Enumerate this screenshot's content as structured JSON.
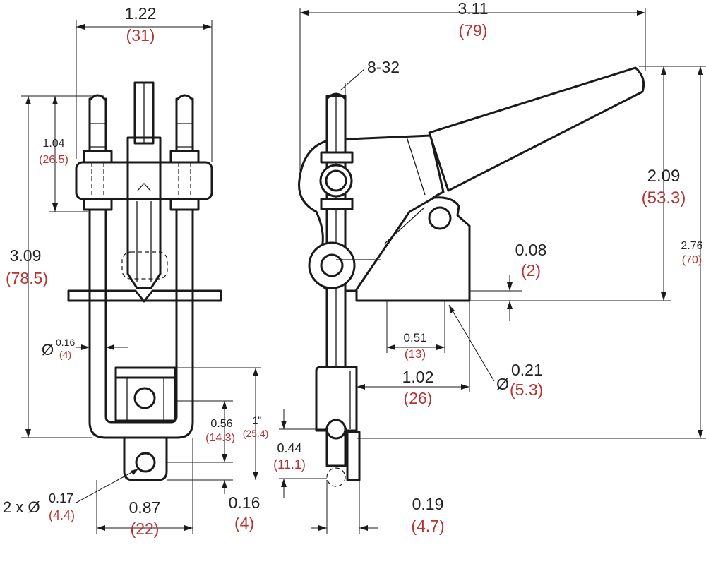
{
  "colors": {
    "line": "#1a1a1a",
    "inch_text": "#222222",
    "mm_text": "#b83232"
  },
  "callouts": {
    "thread": "8-32",
    "rod_dia_prefix": "Ø",
    "hole_dia_prefix": "Ø",
    "mount_holes_prefix": "2 x Ø"
  },
  "dimensions": {
    "front_width": {
      "inch": "1.22",
      "mm": "(31)"
    },
    "front_height": {
      "inch": "3.09",
      "mm": "(78.5)"
    },
    "thread_length": {
      "inch": "1.04",
      "mm": "(26.5)"
    },
    "rod_diameter": {
      "inch": "0.16",
      "mm": "(4)"
    },
    "slot_width": {
      "inch": "0.56",
      "mm": "(14.3)"
    },
    "stroke": {
      "inch": "1\"",
      "mm": "(25.4)"
    },
    "mount_hole": {
      "inch": "0.17",
      "mm": "(4.4)"
    },
    "hole_spacing": {
      "inch": "0.87",
      "mm": "(22)"
    },
    "tab_thickness": {
      "inch": "0.16",
      "mm": "(4)"
    },
    "side_length": {
      "inch": "3.11",
      "mm": "(79)"
    },
    "handle_height": {
      "inch": "2.09",
      "mm": "(53.3)"
    },
    "total_height": {
      "inch": "2.76",
      "mm": "(70)"
    },
    "base_thickness": {
      "inch": "0.08",
      "mm": "(2)"
    },
    "base_hole_spacing": {
      "inch": "0.51",
      "mm": "(13)"
    },
    "base_length": {
      "inch": "1.02",
      "mm": "(26)"
    },
    "base_hole": {
      "inch": "0.21",
      "mm": "(5.3)"
    },
    "pin_offset": {
      "inch": "0.44",
      "mm": "(11.1)"
    },
    "plate_thickness": {
      "inch": "0.19",
      "mm": "(4.7)"
    }
  }
}
